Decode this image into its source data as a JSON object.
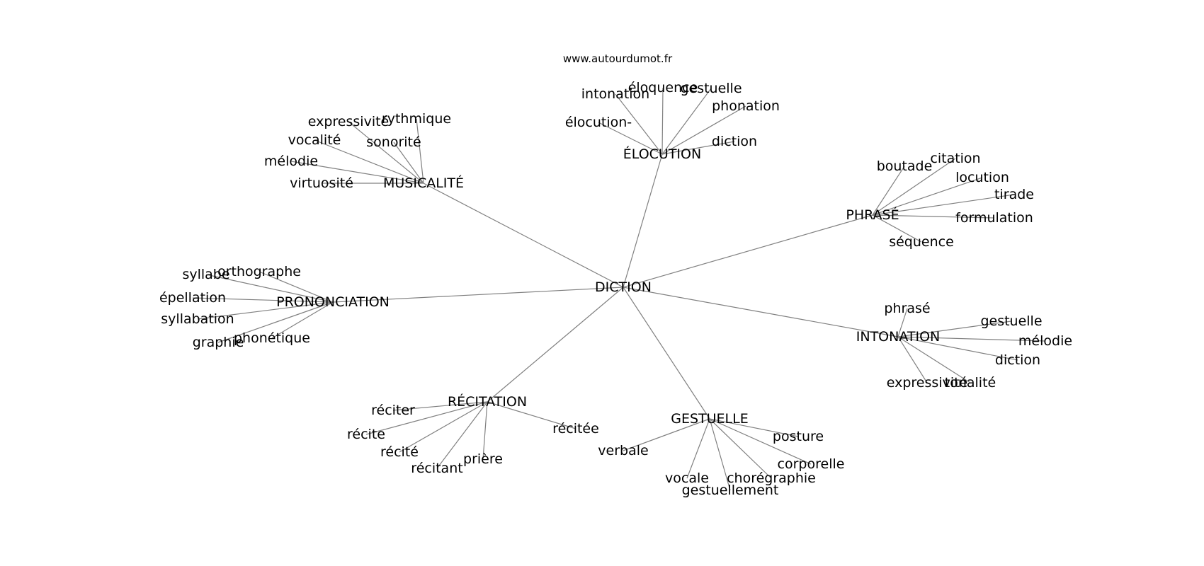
{
  "header": {
    "site": "www.autourdumot.fr"
  },
  "graph": {
    "center": "DICTION",
    "groups": [
      {
        "label": "MUSICALITÉ",
        "children": [
          "expressivité",
          "rythmique",
          "sonorité",
          "vocalité",
          "mélodie",
          "virtuosité"
        ]
      },
      {
        "label": "ÉLOCUTION",
        "children": [
          "éloquence",
          "intonation",
          "gestuelle",
          "phonation",
          "élocution-",
          "diction"
        ]
      },
      {
        "label": "PHRASÉ",
        "children": [
          "boutade",
          "citation",
          "locution",
          "tirade",
          "formulation",
          "séquence"
        ]
      },
      {
        "label": "PRONONCIATION",
        "children": [
          "orthographe",
          "syllabe",
          "épellation",
          "syllabation",
          "phonétique",
          "graphie"
        ]
      },
      {
        "label": "INTONATION",
        "children": [
          "phrasé",
          "gestuelle",
          "mélodie",
          "diction",
          "tonalité",
          "expressivité"
        ]
      },
      {
        "label": "RÉCITATION",
        "children": [
          "réciter",
          "récite",
          "récité",
          "récitant",
          "prière",
          "récitée"
        ]
      },
      {
        "label": "GESTUELLE",
        "children": [
          "posture",
          "verbale",
          "corporelle",
          "vocale",
          "chorégraphie",
          "gestuellement"
        ]
      }
    ]
  }
}
